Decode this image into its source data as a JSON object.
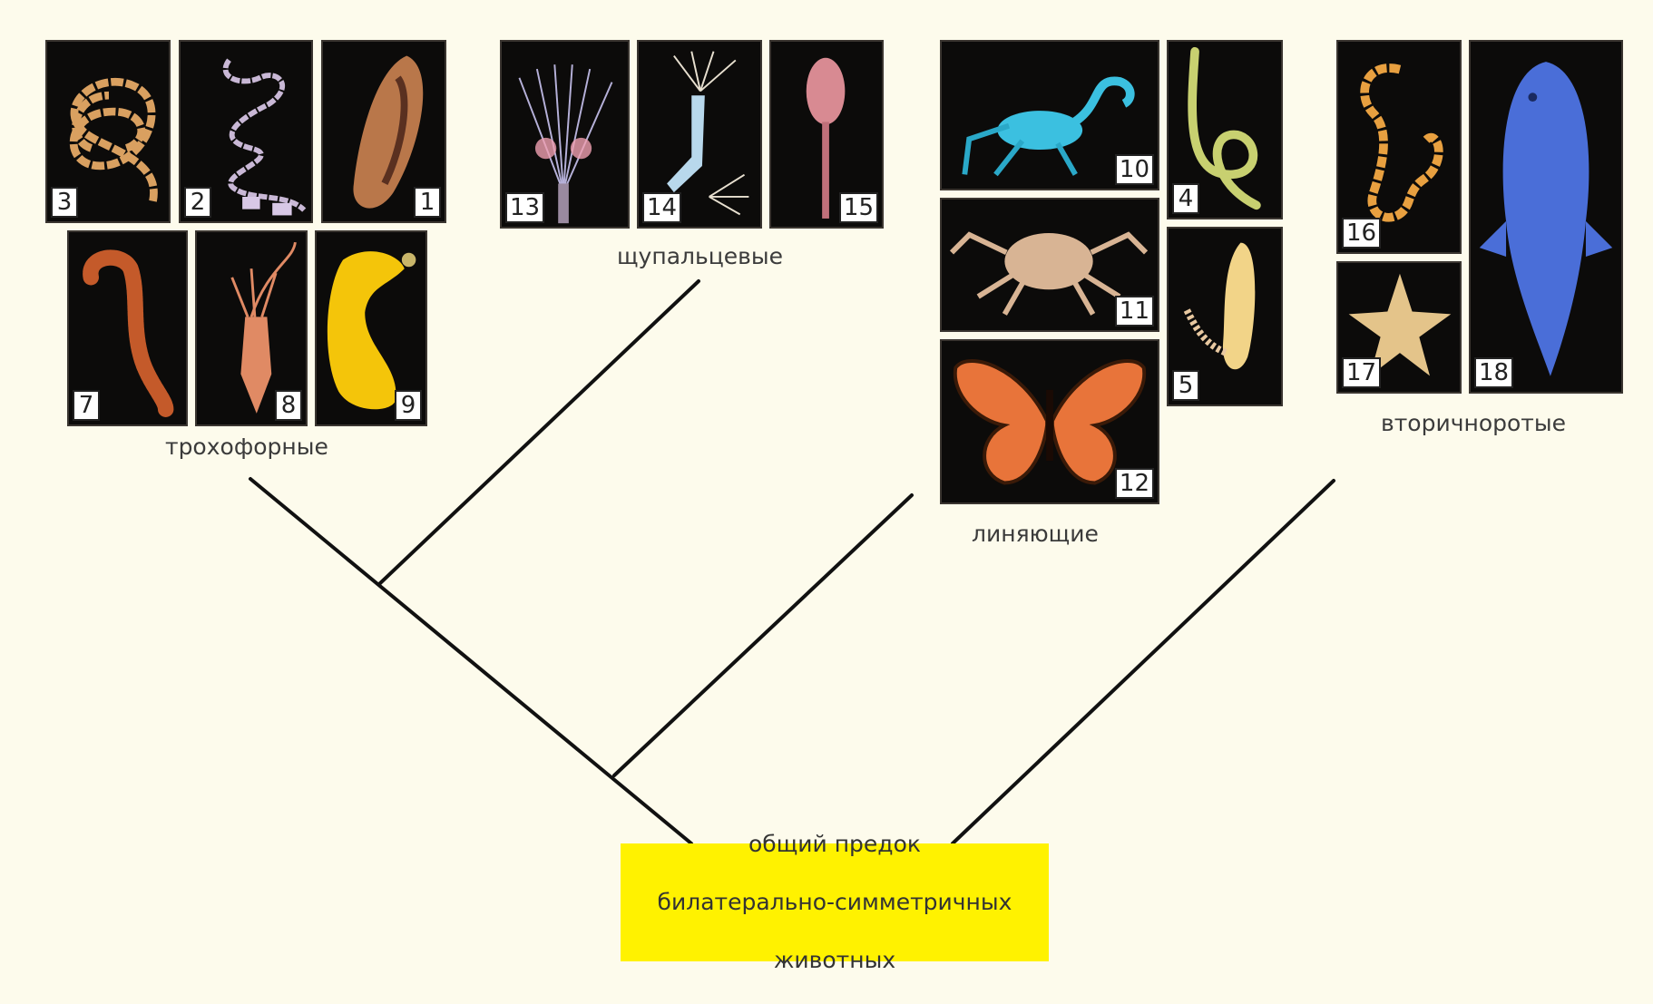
{
  "groups": {
    "trochophores": "трохофорные",
    "tentaculates": "щупальцевые",
    "molting": "линяющие",
    "deuterostomes": "вторичноротые"
  },
  "ancestor": {
    "line1": "общий предок",
    "line2": "билатерально-симметричных",
    "line3": "животных"
  },
  "photo_numbers": {
    "p1": "1",
    "p2": "2",
    "p3": "3",
    "p4": "4",
    "p5": "5",
    "p7": "7",
    "p8": "8",
    "p9": "9",
    "p10": "10",
    "p11": "11",
    "p12": "12",
    "p13": "13",
    "p14": "14",
    "p15": "15",
    "p16": "16",
    "p17": "17",
    "p18": "18"
  },
  "colors": {
    "background": "#fdfbec",
    "ancestor_box": "#fff200",
    "branch": "#111111"
  }
}
